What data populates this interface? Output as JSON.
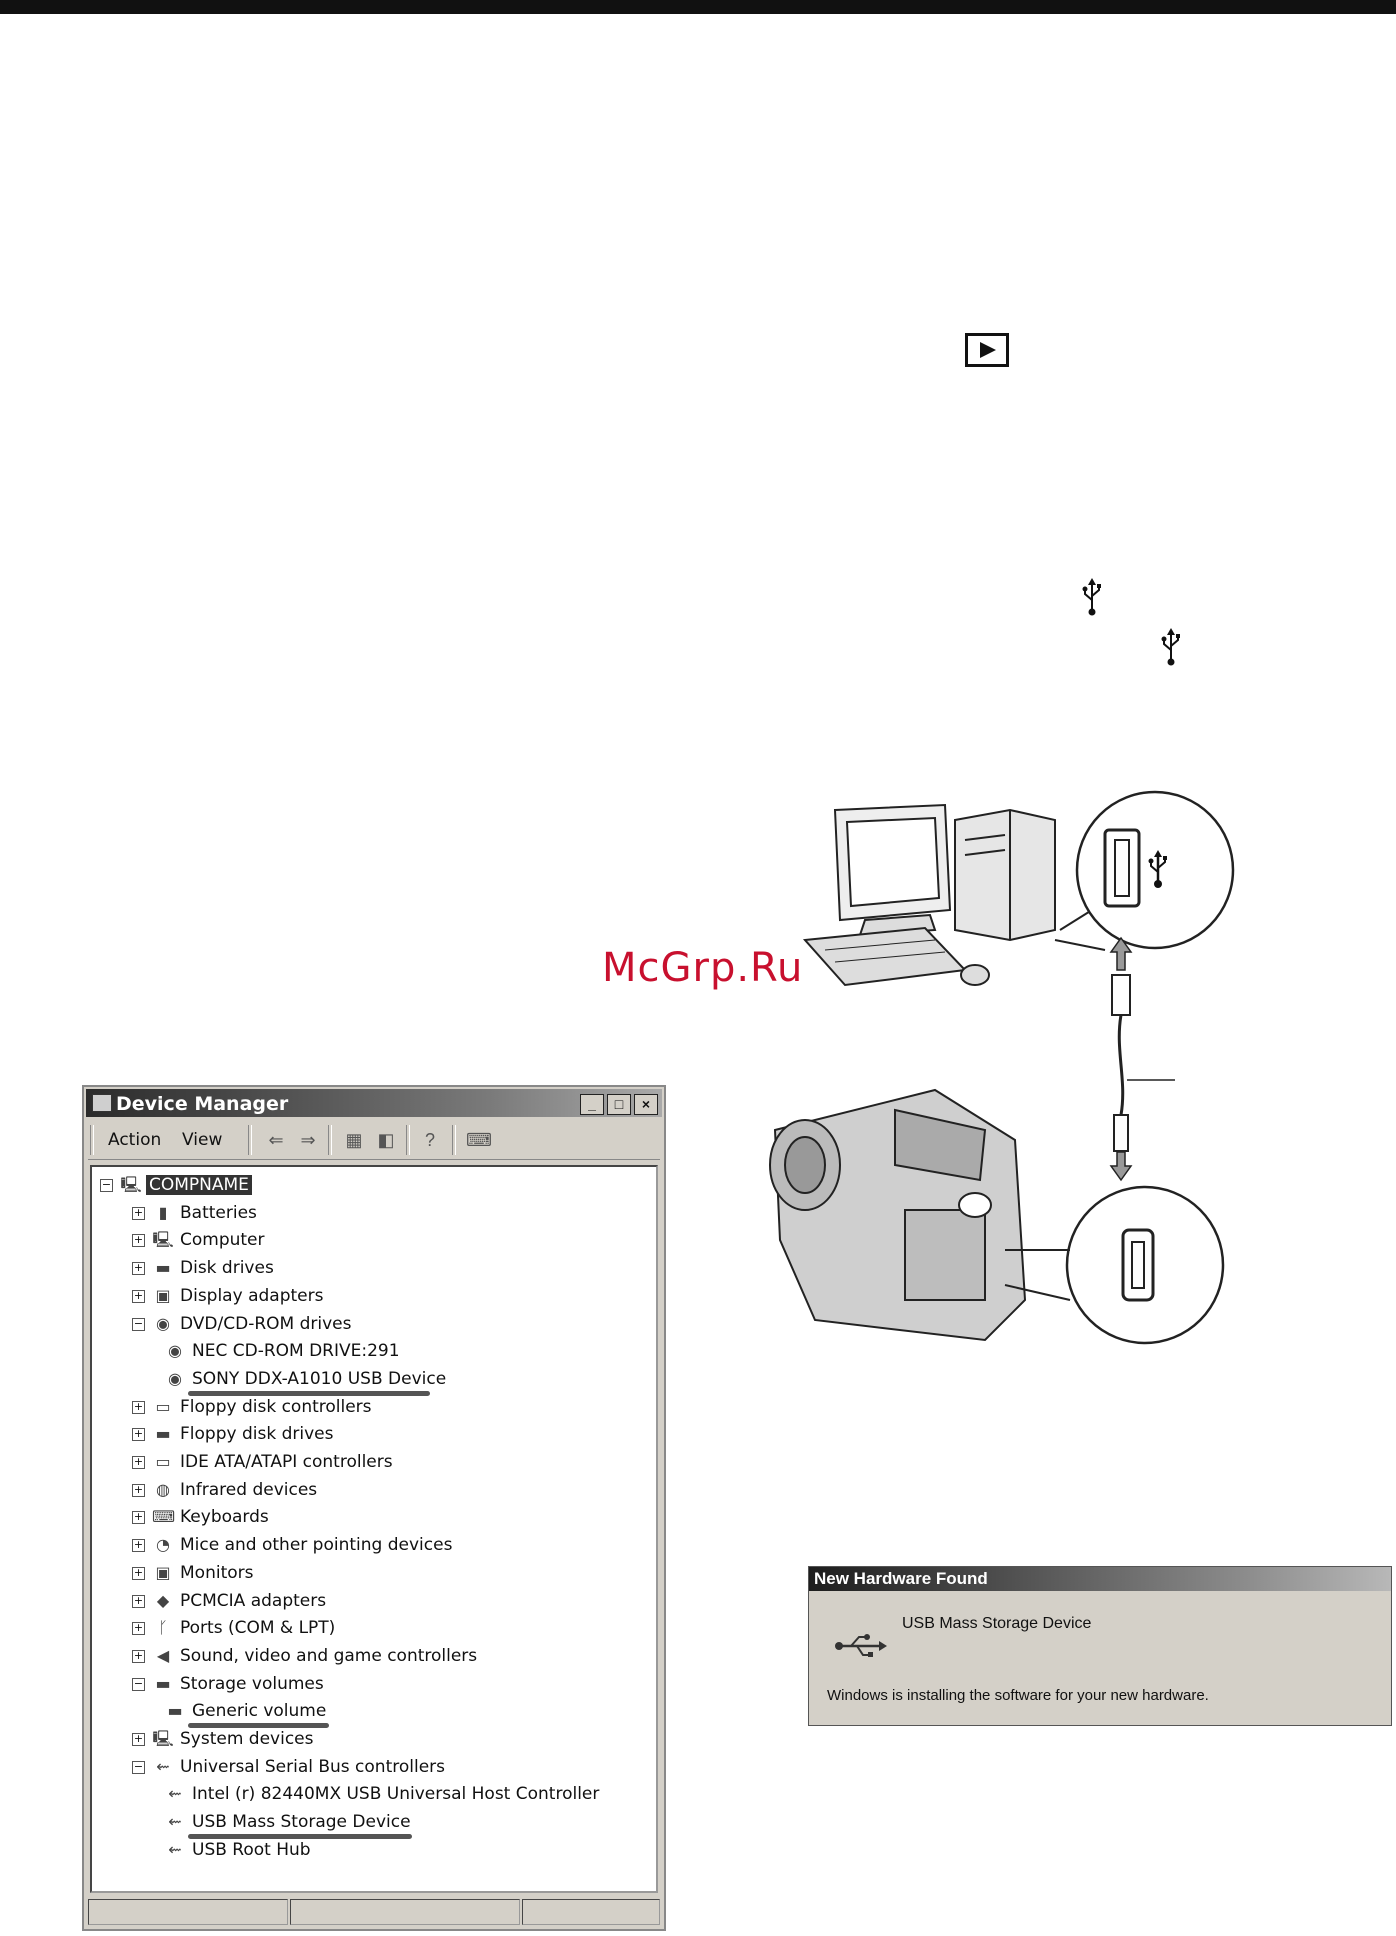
{
  "watermark": "McGrp.Ru",
  "device_manager": {
    "title": "Device Manager",
    "menu": [
      "Action",
      "View"
    ],
    "tree": [
      {
        "label": "COMPNAME",
        "level": 0,
        "expander": "minus",
        "icon": "computer-icon",
        "selected": true
      },
      {
        "label": "Batteries",
        "level": 1,
        "expander": "plus",
        "icon": "battery-icon"
      },
      {
        "label": "Computer",
        "level": 1,
        "expander": "plus",
        "icon": "computer-icon"
      },
      {
        "label": "Disk drives",
        "level": 1,
        "expander": "plus",
        "icon": "disk-drive-icon"
      },
      {
        "label": "Display adapters",
        "level": 1,
        "expander": "plus",
        "icon": "monitor-icon"
      },
      {
        "label": "DVD/CD-ROM drives",
        "level": 1,
        "expander": "minus",
        "icon": "cdrom-icon"
      },
      {
        "label": "NEC CD-ROM DRIVE:291",
        "level": 2,
        "expander": "",
        "icon": "cdrom-icon"
      },
      {
        "label": "SONY DDX-A1010 USB Device",
        "level": 2,
        "expander": "",
        "icon": "cdrom-icon",
        "underlined": true
      },
      {
        "label": "Floppy disk controllers",
        "level": 1,
        "expander": "plus",
        "icon": "controller-icon"
      },
      {
        "label": "Floppy disk drives",
        "level": 1,
        "expander": "plus",
        "icon": "floppy-icon"
      },
      {
        "label": "IDE ATA/ATAPI controllers",
        "level": 1,
        "expander": "plus",
        "icon": "controller-icon"
      },
      {
        "label": "Infrared devices",
        "level": 1,
        "expander": "plus",
        "icon": "infrared-icon"
      },
      {
        "label": "Keyboards",
        "level": 1,
        "expander": "plus",
        "icon": "keyboard-icon"
      },
      {
        "label": "Mice and other pointing devices",
        "level": 1,
        "expander": "plus",
        "icon": "mouse-icon"
      },
      {
        "label": "Monitors",
        "level": 1,
        "expander": "plus",
        "icon": "monitor-icon"
      },
      {
        "label": "PCMCIA adapters",
        "level": 1,
        "expander": "plus",
        "icon": "pcmcia-icon"
      },
      {
        "label": "Ports (COM & LPT)",
        "level": 1,
        "expander": "plus",
        "icon": "port-icon"
      },
      {
        "label": "Sound, video and game controllers",
        "level": 1,
        "expander": "plus",
        "icon": "speaker-icon"
      },
      {
        "label": "Storage volumes",
        "level": 1,
        "expander": "minus",
        "icon": "disk-drive-icon"
      },
      {
        "label": "Generic volume",
        "level": 2,
        "expander": "",
        "icon": "disk-drive-icon",
        "underlined": true
      },
      {
        "label": "System devices",
        "level": 1,
        "expander": "plus",
        "icon": "computer-icon"
      },
      {
        "label": "Universal Serial Bus controllers",
        "level": 1,
        "expander": "minus",
        "icon": "usb-icon"
      },
      {
        "label": "Intel (r) 82440MX USB Universal Host Controller",
        "level": 2,
        "expander": "",
        "icon": "usb-icon"
      },
      {
        "label": "USB Mass Storage Device",
        "level": 2,
        "expander": "",
        "icon": "usb-icon",
        "underlined": true
      },
      {
        "label": "USB Root Hub",
        "level": 2,
        "expander": "",
        "icon": "usb-icon"
      }
    ]
  },
  "new_hardware": {
    "title": "New Hardware Found",
    "device": "USB Mass Storage Device",
    "message": "Windows is installing the software for your new hardware."
  }
}
